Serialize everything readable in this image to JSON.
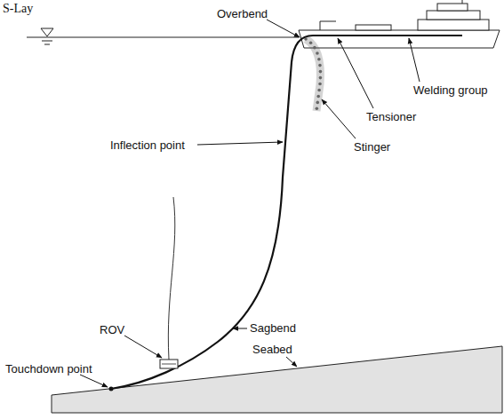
{
  "diagram": {
    "title": "S-Lay",
    "labels": [
      "Overbend",
      "Welding group",
      "Inflection point",
      "Tensioner",
      "Stinger",
      "ROV",
      "Sagbend",
      "Touchdown point",
      "Seabed"
    ]
  }
}
